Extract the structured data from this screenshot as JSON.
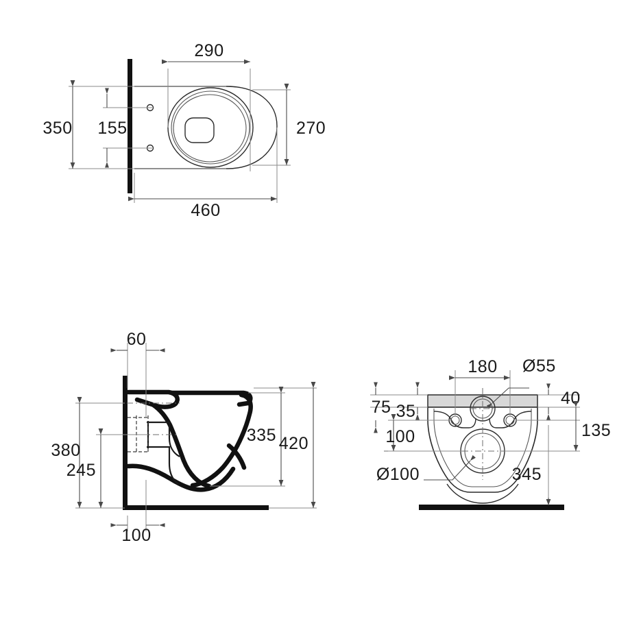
{
  "drawing": {
    "title": "Wall-hung WC pan technical dimension drawing",
    "units": "mm",
    "line_color": "#1a1a1a",
    "dim_color": "#4a4a4a",
    "background": "#ffffff"
  },
  "views": {
    "top": {
      "name": "top-view",
      "dimensions": {
        "width_overall": "460",
        "width_bowl": "290",
        "height_overall": "350",
        "height_bowl": "270",
        "bolt_spacing": "155"
      }
    },
    "side": {
      "name": "side-section-view",
      "dimensions": {
        "projection_overall": "420",
        "projection_bowl": "335",
        "wall_offset_top": "60",
        "wall_offset_bottom": "100",
        "height_overall": "380",
        "height_outlet": "245"
      }
    },
    "rear": {
      "name": "rear-view",
      "dimensions": {
        "bolt_spacing": "180",
        "flush_hole": "Ø55",
        "outlet_hole": "Ø100",
        "top_to_bolt": "75",
        "flange_thickness": "35",
        "bolt_to_outlet": "100",
        "flange_offset_right": "40",
        "right_stack": "135",
        "floor_height": "345"
      }
    }
  },
  "labels": {
    "t_290": "290",
    "t_270": "270",
    "t_350": "350",
    "t_155": "155",
    "t_460": "460",
    "s_60": "60",
    "s_380": "380",
    "s_245": "245",
    "s_335": "335",
    "s_420": "420",
    "s_100": "100",
    "r_180": "180",
    "r_d55": "Ø55",
    "r_40": "40",
    "r_75": "75",
    "r_35": "35",
    "r_135": "135",
    "r_100": "100",
    "r_d100": "Ø100",
    "r_345": "345"
  }
}
